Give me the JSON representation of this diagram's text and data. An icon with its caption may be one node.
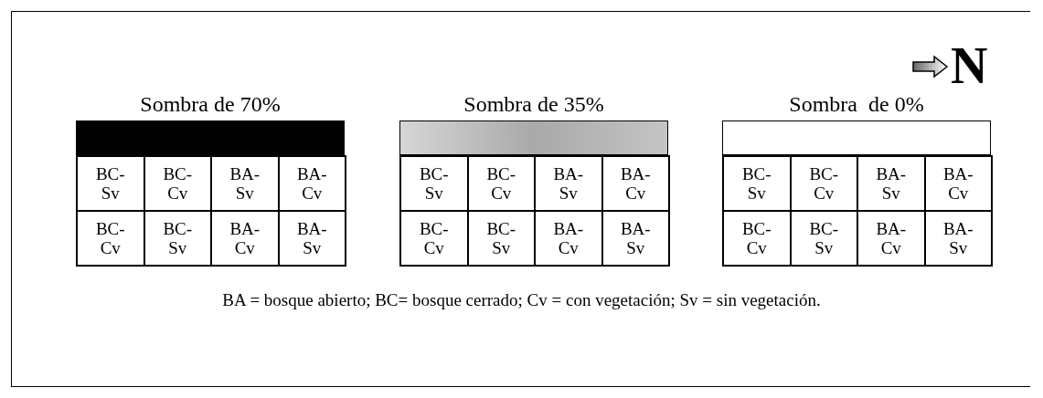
{
  "diagram": {
    "caption": "BA = bosque abierto; BC= bosque cerrado; Cv = con vegetación; Sv = sin vegetación.",
    "nodes": [
      {
        "text": [
          "Sombra de 70%"
        ]
      },
      {
        "text": [],
        "shape": "bar",
        "in": 0
      },
      {
        "text": [
          "BC- Sv"
        ],
        "in": 0
      },
      {
        "text": [
          "BC- Cv"
        ],
        "in": 0
      },
      {
        "text": [
          "BA- Sv"
        ],
        "in": 0
      },
      {
        "text": [
          "BA- Cv"
        ],
        "in": 0
      },
      {
        "text": [
          "BC- Cv"
        ],
        "in": 0
      },
      {
        "text": [
          "BC- Sv"
        ],
        "in": 0
      },
      {
        "text": [
          "BA- Cv"
        ],
        "in": 0
      },
      {
        "text": [
          "BA- Sv"
        ],
        "in": 0
      },
      {
        "text": [
          "Sombra de 35%"
        ]
      },
      {
        "text": [],
        "shape": "bar",
        "in": 10
      },
      {
        "text": [
          "BC- Sv"
        ],
        "in": 10
      },
      {
        "text": [
          "BC- Cv"
        ],
        "in": 10
      },
      {
        "text": [
          "BA- Sv"
        ],
        "in": 10
      },
      {
        "text": [
          "BA- Cv"
        ],
        "in": 10
      },
      {
        "text": [
          "BC- Cv"
        ],
        "in": 10
      },
      {
        "text": [
          "BC- Sv"
        ],
        "in": 10
      },
      {
        "text": [
          "BA- Cv"
        ],
        "in": 10
      },
      {
        "text": [
          "BA- Sv"
        ],
        "in": 10
      },
      {
        "text": [
          "Sombra  de 0%"
        ]
      },
      {
        "text": [],
        "shape": "bar",
        "in": 20
      },
      {
        "text": [
          "BC- Sv"
        ],
        "in": 20
      },
      {
        "text": [
          "BC- Cv"
        ],
        "in": 20
      },
      {
        "text": [
          "BA- Sv"
        ],
        "in": 20
      },
      {
        "text": [
          "BA- Cv"
        ],
        "in": 20
      },
      {
        "text": [
          "BC- Cv"
        ],
        "in": 20
      },
      {
        "text": [
          "BC- Sv"
        ],
        "in": 20
      },
      {
        "text": [
          "BA- Cv"
        ],
        "in": 20
      },
      {
        "text": [
          "BA- Sv"
        ],
        "in": 20
      }
    ],
    "labels": [
      "N"
    ]
  }
}
